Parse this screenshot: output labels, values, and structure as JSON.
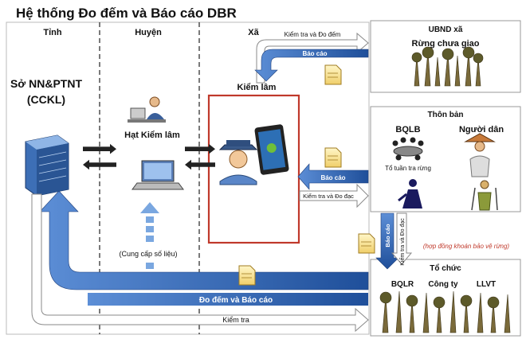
{
  "title": "Hệ thống Đo đếm và Báo cáo DBR",
  "columns": {
    "tinh": "Tỉnh",
    "huyen": "Huyện",
    "xa": "Xã"
  },
  "tinh": {
    "org_line1": "Sở NN&PTNT",
    "org_line2": "(CCKL)"
  },
  "huyen": {
    "org": "Hạt Kiểm lâm",
    "supply_label": "(Cung cấp số liệu)"
  },
  "xa": {
    "box_label": "Kiểm lâm"
  },
  "ubnd": {
    "title": "UBND xã",
    "subtitle": "Rừng chưa giao"
  },
  "thon_ban": {
    "title": "Thôn bản",
    "bqlb": "BQLB",
    "nguoi_dan": "Người dân",
    "to_tuan_tra": "Tổ tuần tra rừng"
  },
  "to_chuc": {
    "title": "Tổ chức",
    "items": [
      "BQLR",
      "Công ty",
      "LLVT"
    ]
  },
  "arrows": {
    "kiem_tra_do_dem": "Kiểm tra và Đo đếm",
    "bao_cao_1": "Báo cáo",
    "bao_cao_2": "Báo cáo",
    "kiem_tra_do_dac": "Kiểm tra và Đo đạc",
    "vertical_bao_cao": "Báo cáo",
    "vertical_kiem_tra": "Kiểm tra và Đo đạc",
    "contract": "(hợp đồng khoán bảo vệ rừng)",
    "do_dem_bao_cao": "Đo đếm và Báo cáo",
    "kiem_tra_bottom": "Kiểm tra"
  },
  "colors": {
    "arrow_blue": "#2f5fa8",
    "report_red": "#c0392b",
    "contract_red": "#c0392b"
  }
}
